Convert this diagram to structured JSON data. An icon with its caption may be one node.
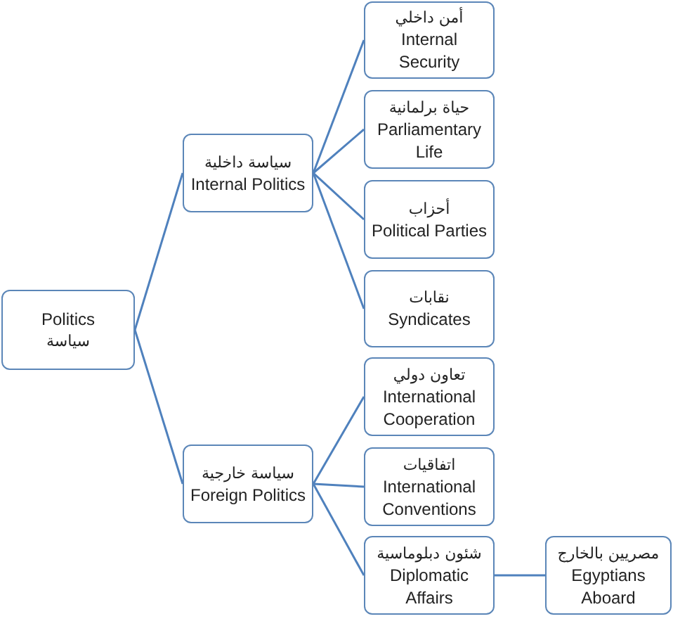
{
  "diagram": {
    "nodes": [
      {
        "text": [
          "Politics",
          "سياسة"
        ]
      },
      {
        "text": [
          "سياسة داخلية",
          "Internal Politics"
        ]
      },
      {
        "text": [
          "سياسة خارجية",
          "Foreign Politics"
        ]
      },
      {
        "text": [
          "أمن داخلي",
          "Internal Security"
        ]
      },
      {
        "text": [
          "حياة برلمانية",
          "Parliamentary Life"
        ]
      },
      {
        "text": [
          "أحزاب",
          "Political Parties"
        ]
      },
      {
        "text": [
          "نقابات",
          "Syndicates"
        ]
      },
      {
        "text": [
          "تعاون دولي",
          "International Cooperation"
        ]
      },
      {
        "text": [
          "اتفاقيات",
          "International Conventions"
        ]
      },
      {
        "text": [
          "شئون دبلوماسية",
          "Diplomatic Affairs"
        ]
      },
      {
        "text": [
          "مصريين بالخارج",
          "Egyptians Aboard"
        ]
      }
    ],
    "edges": [
      {
        "from": 0,
        "to": 1,
        "arrow": "none"
      },
      {
        "from": 0,
        "to": 2,
        "arrow": "none"
      },
      {
        "from": 1,
        "to": 3,
        "arrow": "none"
      },
      {
        "from": 1,
        "to": 4,
        "arrow": "none"
      },
      {
        "from": 1,
        "to": 5,
        "arrow": "none"
      },
      {
        "from": 1,
        "to": 6,
        "arrow": "none"
      },
      {
        "from": 2,
        "to": 7,
        "arrow": "none"
      },
      {
        "from": 2,
        "to": 8,
        "arrow": "none"
      },
      {
        "from": 2,
        "to": 9,
        "arrow": "none"
      },
      {
        "from": 9,
        "to": 10,
        "arrow": "none"
      }
    ]
  }
}
